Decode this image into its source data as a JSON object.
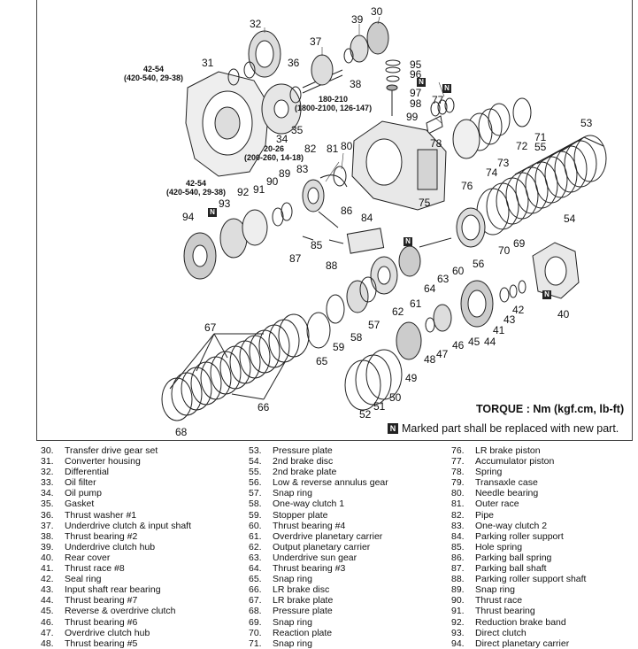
{
  "callouts": [
    "30",
    "32",
    "39",
    "37",
    "31",
    "36",
    "38",
    "95",
    "96",
    "97",
    "98",
    "99",
    "77",
    "35",
    "34",
    "53",
    "71",
    "72",
    "55",
    "82",
    "81",
    "80",
    "73",
    "74",
    "75",
    "76",
    "78",
    "83",
    "89",
    "90",
    "91",
    "92",
    "93",
    "94",
    "86",
    "84",
    "85",
    "87",
    "88",
    "54",
    "70",
    "69",
    "56",
    "60",
    "63",
    "64",
    "61",
    "62",
    "57",
    "58",
    "59",
    "65",
    "66",
    "67",
    "68",
    "42",
    "43",
    "41",
    "44",
    "45",
    "46",
    "47",
    "48",
    "49",
    "50",
    "51",
    "52",
    "40"
  ],
  "torque_specs": [
    {
      "id": "t1",
      "line1": "42-54",
      "line2": "(420-540, 29-38)"
    },
    {
      "id": "t2",
      "line1": "180-210",
      "line2": "(1800-2100, 126-147)"
    },
    {
      "id": "t3",
      "line1": "20-26",
      "line2": "(200-260, 14-18)"
    },
    {
      "id": "t4",
      "line1": "42-54",
      "line2": "(420-540, 29-38)"
    }
  ],
  "new_part_mark": "N",
  "torque_note": "TORQUE : Nm (kgf.cm, lb-ft)",
  "marked_note": "Marked part shall be replaced with new part.",
  "legend": {
    "col1": [
      {
        "num": "30.",
        "name": "Transfer drive gear set"
      },
      {
        "num": "31.",
        "name": "Converter housing"
      },
      {
        "num": "32.",
        "name": "Differential"
      },
      {
        "num": "33.",
        "name": "Oil filter"
      },
      {
        "num": "34.",
        "name": "Oil pump"
      },
      {
        "num": "35.",
        "name": "Gasket"
      },
      {
        "num": "36.",
        "name": "Thrust washer #1"
      },
      {
        "num": "37.",
        "name": "Underdrive clutch & input shaft"
      },
      {
        "num": "38.",
        "name": "Thrust bearing #2"
      },
      {
        "num": "39.",
        "name": "Underdrive clutch hub"
      },
      {
        "num": "40.",
        "name": "Rear cover"
      },
      {
        "num": "41.",
        "name": "Thrust race #8"
      },
      {
        "num": "42.",
        "name": "Seal ring"
      },
      {
        "num": "43.",
        "name": "Input shaft rear bearing"
      },
      {
        "num": "44.",
        "name": "Thrust bearing #7"
      },
      {
        "num": "45.",
        "name": "Reverse & overdrive clutch"
      },
      {
        "num": "46.",
        "name": "Thrust bearing #6"
      },
      {
        "num": "47.",
        "name": "Overdrive clutch hub"
      },
      {
        "num": "48.",
        "name": "Thrust bearing #5"
      }
    ],
    "col2": [
      {
        "num": "53.",
        "name": "Pressure plate"
      },
      {
        "num": "54.",
        "name": "2nd brake disc"
      },
      {
        "num": "55.",
        "name": "2nd brake plate"
      },
      {
        "num": "56.",
        "name": "Low & reverse annulus gear"
      },
      {
        "num": "57.",
        "name": "Snap ring"
      },
      {
        "num": "58.",
        "name": "One-way clutch 1"
      },
      {
        "num": "59.",
        "name": "Stopper plate"
      },
      {
        "num": "60.",
        "name": "Thrust bearing #4"
      },
      {
        "num": "61.",
        "name": "Overdrive planetary carrier"
      },
      {
        "num": "62.",
        "name": "Output planetary carrier"
      },
      {
        "num": "63.",
        "name": "Underdrive sun gear"
      },
      {
        "num": "64.",
        "name": "Thrust bearing #3"
      },
      {
        "num": "65.",
        "name": "Snap ring"
      },
      {
        "num": "66.",
        "name": "LR brake disc"
      },
      {
        "num": "67.",
        "name": "LR brake plate"
      },
      {
        "num": "68.",
        "name": "Pressure plate"
      },
      {
        "num": "69.",
        "name": "Snap ring"
      },
      {
        "num": "70.",
        "name": "Reaction plate"
      },
      {
        "num": "71.",
        "name": "Snap ring"
      }
    ],
    "col3": [
      {
        "num": "76.",
        "name": "LR brake piston"
      },
      {
        "num": "77.",
        "name": "Accumulator piston"
      },
      {
        "num": "78.",
        "name": "Spring"
      },
      {
        "num": "79.",
        "name": "Transaxle case"
      },
      {
        "num": "80.",
        "name": "Needle bearing"
      },
      {
        "num": "81.",
        "name": "Outer race"
      },
      {
        "num": "82.",
        "name": "Pipe"
      },
      {
        "num": "83.",
        "name": "One-way clutch 2"
      },
      {
        "num": "84.",
        "name": "Parking roller support"
      },
      {
        "num": "85.",
        "name": "Hole spring"
      },
      {
        "num": "86.",
        "name": "Parking ball spring"
      },
      {
        "num": "87.",
        "name": "Parking ball shaft"
      },
      {
        "num": "88.",
        "name": "Parking roller support shaft"
      },
      {
        "num": "89.",
        "name": "Snap ring"
      },
      {
        "num": "90.",
        "name": "Thrust race"
      },
      {
        "num": "91.",
        "name": "Thrust bearing"
      },
      {
        "num": "92.",
        "name": "Reduction brake band"
      },
      {
        "num": "93.",
        "name": "Direct clutch"
      },
      {
        "num": "94.",
        "name": "Direct planetary carrier"
      }
    ]
  }
}
